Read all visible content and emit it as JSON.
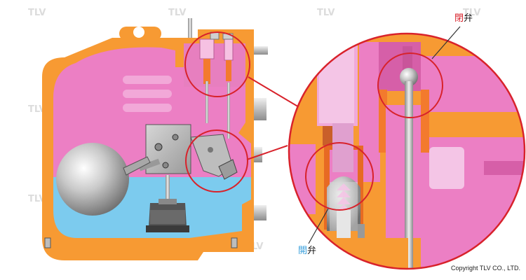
{
  "colors": {
    "body_orange": "#f79a33",
    "steam_pink": "#ec7fc4",
    "condensate_blue": "#7ccbee",
    "callout_red": "#d8222b",
    "close_char": "#d8222b",
    "open_char": "#3aa0dc"
  },
  "watermark": "TLV",
  "labels": {
    "valve_close": {
      "char1": "閉",
      "char2": "弁"
    },
    "valve_open": {
      "char1": "開",
      "char2": "弁"
    }
  },
  "copyright": "Copyright TLV CO., LTD."
}
